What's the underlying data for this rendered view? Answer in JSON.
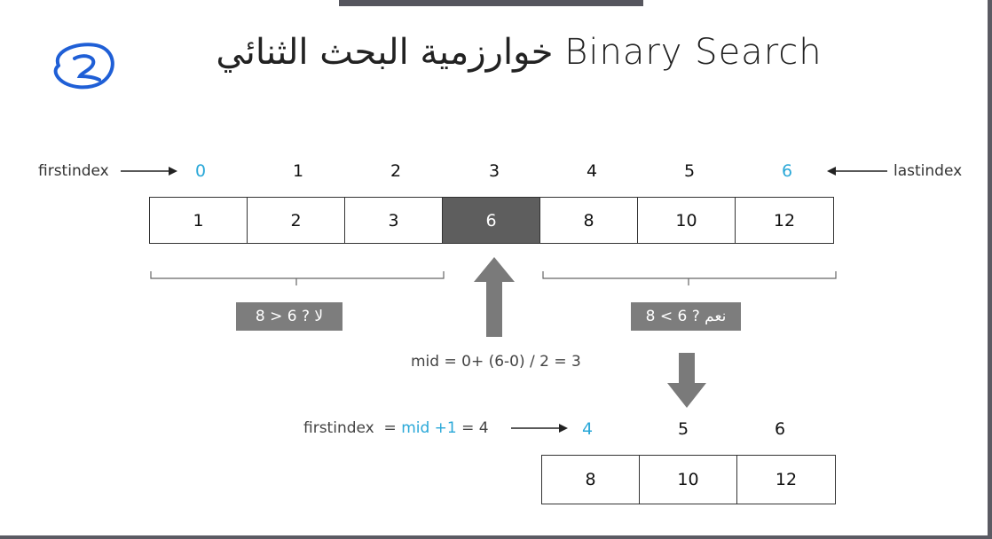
{
  "title": "خوارزمية البحث الثنائي Binary Search",
  "labels": {
    "first": "firstindex",
    "last": "lastindex"
  },
  "top_indices": [
    "0",
    "1",
    "2",
    "3",
    "4",
    "5",
    "6"
  ],
  "top_values": [
    "1",
    "2",
    "3",
    "6",
    "8",
    "10",
    "12"
  ],
  "left_tag": "لا ? 6 < 8",
  "right_tag": "نعم ? 6 > 8",
  "mid_formula": "mid = 0+ (6-0) / 2 = 3",
  "second": {
    "prefix": "firstindex  = ",
    "mid_part": "mid +1",
    "suffix": " = 4",
    "indices": [
      "4",
      "5",
      "6"
    ],
    "values": [
      "8",
      "10",
      "12"
    ]
  }
}
